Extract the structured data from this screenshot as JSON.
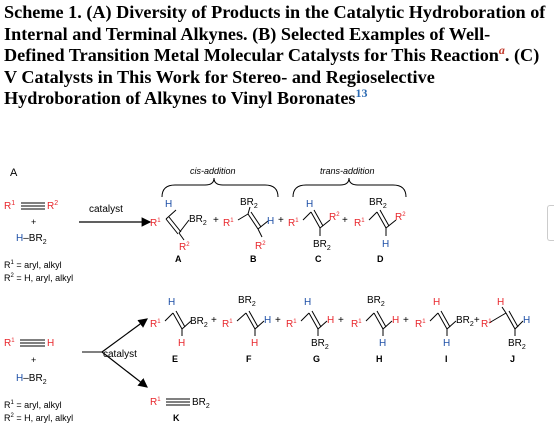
{
  "caption": {
    "text": "Scheme 1. (A) Diversity of Products in the Catalytic Hydroboration of Internal and Terminal Alkynes. (B) Selected Examples of Well-Defined Transition Metal Molecular Catalysts for This Reaction",
    "ref_a": "a",
    "text2": ". (C) V Catalysts in This Work for Stereo- and Regioselective Hydroboration of Alkynes to Vinyl Boronates",
    "ref_13": "13"
  },
  "panel_label": "A",
  "colors": {
    "red": "#e8262b",
    "blue": "#1c4ea6",
    "black": "#000000"
  },
  "scheme_top": {
    "r1": "R",
    "sup1": "1",
    "r2": "R",
    "sup2": "2",
    "plus": "+",
    "hbr2": "H–BR",
    "sub2": "2",
    "catalyst": "catalyst",
    "cis_label": "cis-addition",
    "trans_label": "trans-addition",
    "cond1": "R",
    "cond1_tail": " = aryl, alkyl",
    "cond2_tail": " = H, aryl, alkyl",
    "letters": [
      "A",
      "B",
      "C",
      "D"
    ]
  },
  "scheme_bottom": {
    "h": "H",
    "catalyst": "catalyst",
    "letters": [
      "E",
      "F",
      "G",
      "H",
      "I",
      "J",
      "K"
    ],
    "k_formula": "R"
  }
}
